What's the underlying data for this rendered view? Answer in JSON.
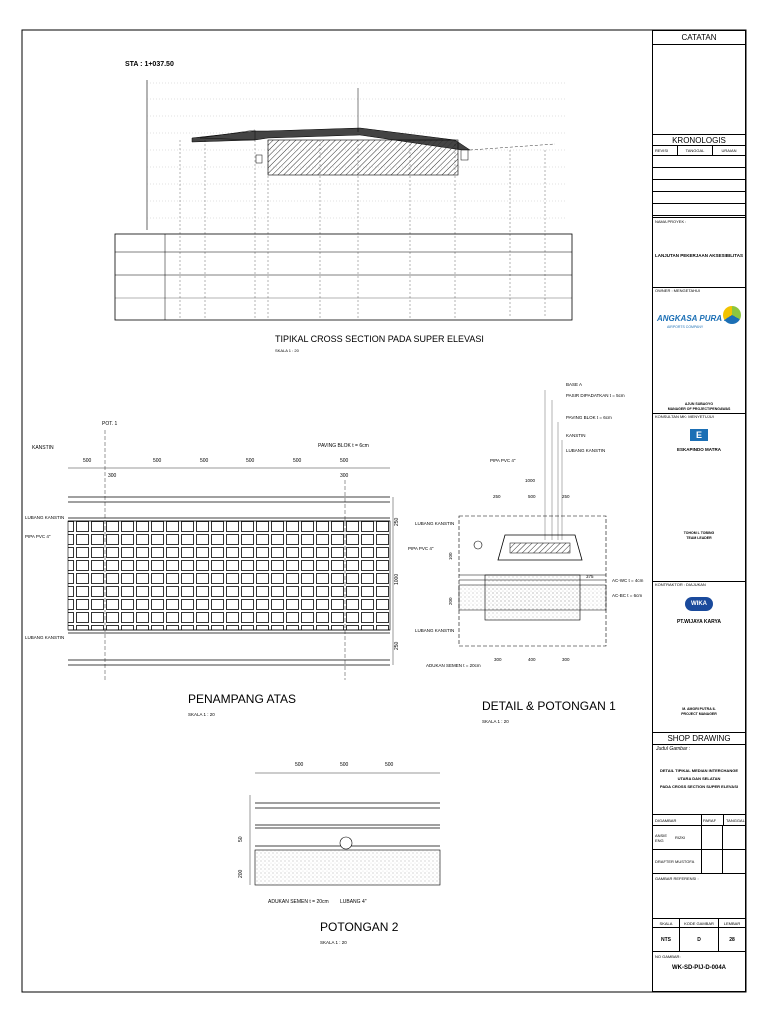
{
  "drawing": {
    "sta_label": "STA : 1+037.50",
    "section1": {
      "title": "TIPIKAL CROSS SECTION PADA SUPER ELEVASI",
      "scale": "SKALA 1 : 20"
    },
    "plan": {
      "title": "PENAMPANG ATAS",
      "scale": "SKALA 1 : 20",
      "dims_top": [
        "500",
        "500",
        "500",
        "500",
        "500"
      ],
      "dim_300_a": "300",
      "dim_300_b": "300",
      "pot_label": "POT. 1",
      "paving_label": "PAVING BLOK t = 6cm",
      "kanstin_label": "KANSTIN",
      "left_labels": [
        "LUBANG KANSTIN",
        "PIPA PVC 4\"",
        "LUBANG KANSTIN"
      ],
      "right_labels": [
        "LUBANG KANSTIN",
        "PIPA PVC 4\"",
        "LUBANG KANSTIN"
      ],
      "right_dims": [
        "250",
        "1000",
        "250"
      ]
    },
    "detail": {
      "title": "DETAIL & POTONGAN 1",
      "scale": "SKALA 1 : 20",
      "callouts": [
        "BASE A",
        "PASIR DIPADATKAN t = 5cm",
        "PAVING BLOK t = 6cm",
        "KANSTIN",
        "LUBANG KANSTIN"
      ],
      "pipe_label": "PIPA PVC 4\"",
      "top_dims": [
        "250",
        "500",
        "250"
      ],
      "top_total": "1000",
      "bottom_dims": [
        "300",
        "400",
        "300"
      ],
      "left_dims": [
        "100",
        "200"
      ],
      "ac_wc": "AC-WC t = 4cm",
      "ac_bc": "AC-BC t = 6cm",
      "adukan": "ADUKAN SEMEN t = 20cm",
      "dim_375": "375"
    },
    "section2": {
      "title": "POTONGAN 2",
      "scale": "SKALA 1 : 20",
      "dims_top": [
        "500",
        "500",
        "500"
      ],
      "left_dims": [
        "50",
        "200"
      ],
      "adukan": "ADUKAN SEMEN t = 20cm",
      "lubang": "LUBANG 4\""
    }
  },
  "titleblock": {
    "catatan": "CATATAN",
    "kronologis": "KRONOLOGIS",
    "kronologis_cols": [
      "REVISI",
      "TANGGAL",
      "URAIAN"
    ],
    "nama_proyek_label": "NAMA PROYEK :",
    "nama_proyek": "LANJUTAN PEKERJAAN AKSESIBILITAS",
    "owner_label": "OWNER : MENGETAHUI",
    "owner_name": "ANGKASA PURA II",
    "owner_sub": "AIRPORTS COMPANY",
    "owner_sign_name": "AJUN SUBAGYO",
    "owner_sign_title": "MANAGER OF PROJECT/PENGAWAS",
    "konsultan_label": "KONSULTAN MK: MENYETUJUI",
    "konsultan_name": "ESKAPINDO MATRA",
    "konsultan_sign_name": "TOHOM L TOBING",
    "konsultan_sign_title": "TEAM LEADER",
    "kontraktor_label": "KONTRAKTOR : DIAJUKAN",
    "kontraktor_name": "PT.WIJAYA KARYA",
    "kontraktor_sign_name": "M. AMORI PUTRA IL",
    "kontraktor_sign_title": "PROJECT MANAGER",
    "shop_drawing": "SHOP DRAWING",
    "judul_label": "Judul Gambar :",
    "judul_lines": [
      "DETAIL TIPIKAL MEDIAN INTERCHANGE",
      "UTARA DAN SELATAN",
      "PADA CROSS SECTION SUPER ELEVASI"
    ],
    "sign_cols": [
      "DIGAMBAR",
      "PARAF",
      "TANGGAL"
    ],
    "sign_rows": [
      {
        "role": "ANSIE ENG",
        "name": "RIZKI"
      },
      {
        "role": "DRAFTER",
        "name": "MUSTOFA"
      }
    ],
    "gambar_referensi": "GAMBAR REFERENSI :",
    "bottom_cols": [
      "SKALA",
      "KODE GAMBAR",
      "LEMBAR"
    ],
    "bottom_vals": [
      "NTS",
      "D",
      "28"
    ],
    "no_gambar_label": "NO GAMBAR:",
    "no_gambar": "WK-SD-PIJ-D-004A"
  },
  "colors": {
    "line": "#000000",
    "hatch": "#555555",
    "owner_blue": "#1b6fb5",
    "owner_green": "#8cc63f",
    "owner_yellow": "#f2c300",
    "wika_blue": "#1a4a9c"
  }
}
